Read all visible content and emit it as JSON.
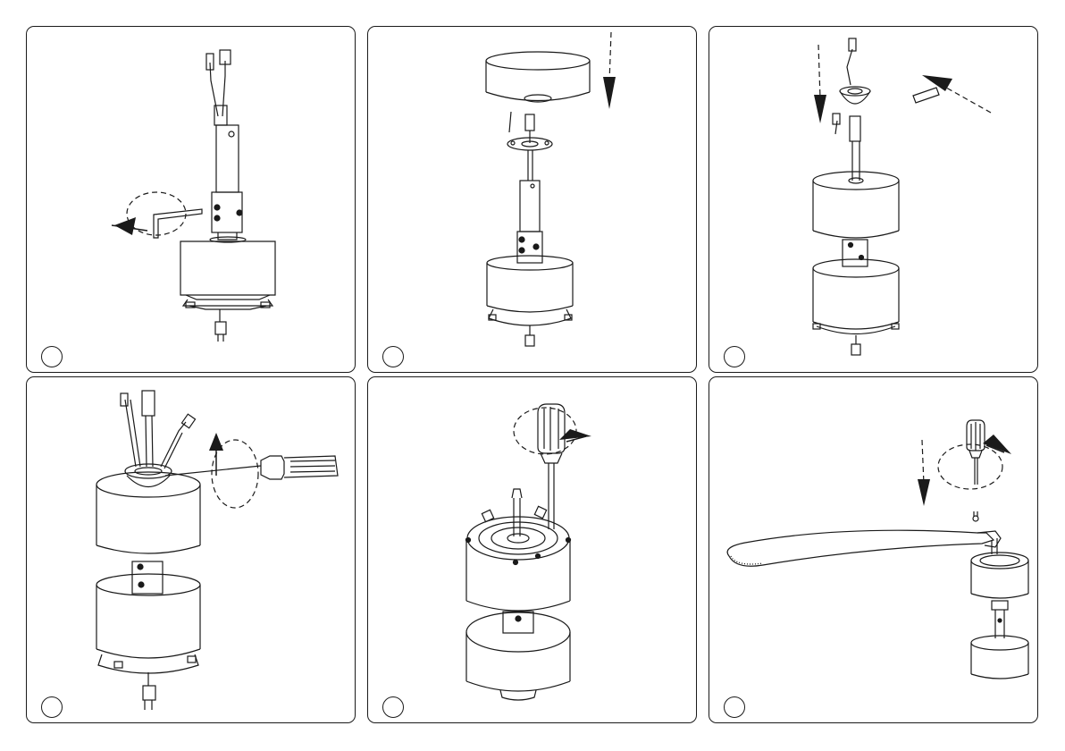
{
  "document": {
    "panels": [
      {
        "id": "panel-1",
        "step_label": ""
      },
      {
        "id": "panel-2",
        "step_label": ""
      },
      {
        "id": "panel-3",
        "step_label": ""
      },
      {
        "id": "panel-4",
        "step_label": ""
      },
      {
        "id": "panel-5",
        "step_label": ""
      },
      {
        "id": "panel-6",
        "step_label": ""
      }
    ]
  }
}
